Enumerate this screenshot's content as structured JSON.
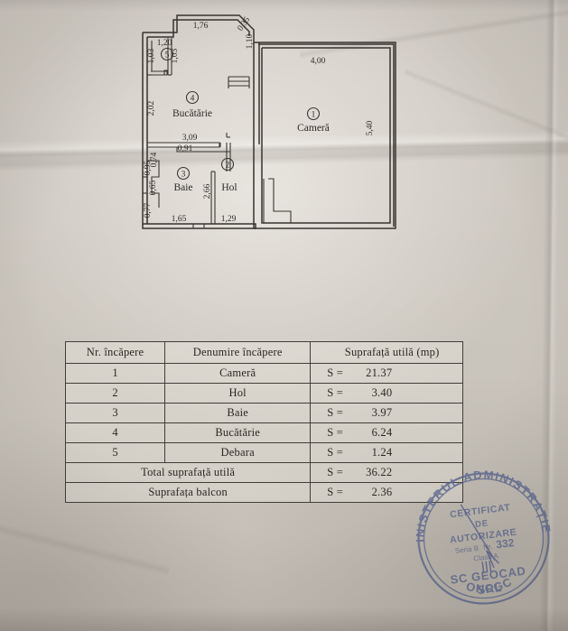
{
  "document": {
    "type": "cadastral-floor-plan",
    "language": "ro"
  },
  "floorplan": {
    "rooms": [
      {
        "number": "1",
        "label": "Cameră",
        "num_glyph": "①"
      },
      {
        "number": "2",
        "label": "Hol",
        "num_glyph": "②"
      },
      {
        "number": "3",
        "label": "Baie",
        "num_glyph": "③"
      },
      {
        "number": "4",
        "label": "Bucătărie",
        "num_glyph": "④"
      },
      {
        "number": "5",
        "label": "",
        "num_glyph": "⑤"
      }
    ],
    "dimensions": {
      "camera_top": "4,00",
      "camera_right": "5,40",
      "top_span": "1,76",
      "diag": "0,35",
      "diag_vert": "1,10",
      "debara_top": "1,20",
      "debara_left": "1,03",
      "debara_right": "1,03",
      "bucatarie_left": "2,02",
      "bucatarie_bottom": "3,09",
      "bucatarie_inner": "0,91",
      "baie_a": "0,95",
      "baie_b": "0,74",
      "baie_c": "0,65",
      "baie_d": "0,77",
      "baie_bottom": "1,65",
      "hol_left": "2,66",
      "hol_bottom": "1,29"
    }
  },
  "table": {
    "headers": [
      "Nr. încăpere",
      "Denumire încăpere",
      "Suprafață utilă (mp)"
    ],
    "rows": [
      {
        "nr": "1",
        "name": "Cameră",
        "eq": "S =",
        "value": "21.37"
      },
      {
        "nr": "2",
        "name": "Hol",
        "eq": "S =",
        "value": "3.40"
      },
      {
        "nr": "3",
        "name": "Baie",
        "eq": "S =",
        "value": "3.97"
      },
      {
        "nr": "4",
        "name": "Bucătărie",
        "eq": "S =",
        "value": "6.24"
      },
      {
        "nr": "5",
        "name": "Debara",
        "eq": "S =",
        "value": "1.24"
      }
    ],
    "summary": [
      {
        "label": "Total suprafață utilă",
        "eq": "S =",
        "value": "36.22"
      },
      {
        "label": "Suprafața balcon",
        "eq": "S =",
        "value": "2.36"
      }
    ]
  },
  "stamp": {
    "outer_text": "MINISTERUL ADMINISTRAȚIEI",
    "outer_bottom": "ONCGC",
    "line1": "CERTIFICAT",
    "line2": "DE",
    "line3": "AUTORIZARE",
    "line4_prefix": "Seria B",
    "line4_nr": "Nr.",
    "line4_value": "332",
    "line5": "Clasa A",
    "company": "SC GEOCAD",
    "company2": "SRL",
    "ink_color": "#59658f"
  },
  "colors": {
    "paper": "#cdc8c0",
    "ink": "#2b2925",
    "stamp": "#59658f"
  }
}
